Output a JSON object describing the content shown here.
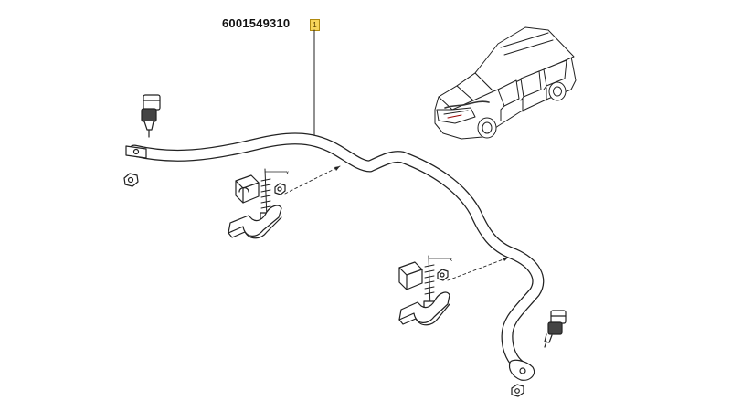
{
  "diagram": {
    "part_number": "6001549310",
    "callout_number": "1",
    "colors": {
      "line": "#222222",
      "fill": "#ffffff",
      "callout_bg": "#f6d55a",
      "callout_border": "#b08a10"
    },
    "icons": {
      "vehicle": "car-illustration",
      "bar": "stabilizer-bar",
      "link_left": "stabilizer-link-left",
      "link_right": "stabilizer-link-right",
      "bushing": "rubber-bushing",
      "clamp": "mounting-clamp",
      "bolt": "bolt",
      "nut": "nut"
    }
  }
}
